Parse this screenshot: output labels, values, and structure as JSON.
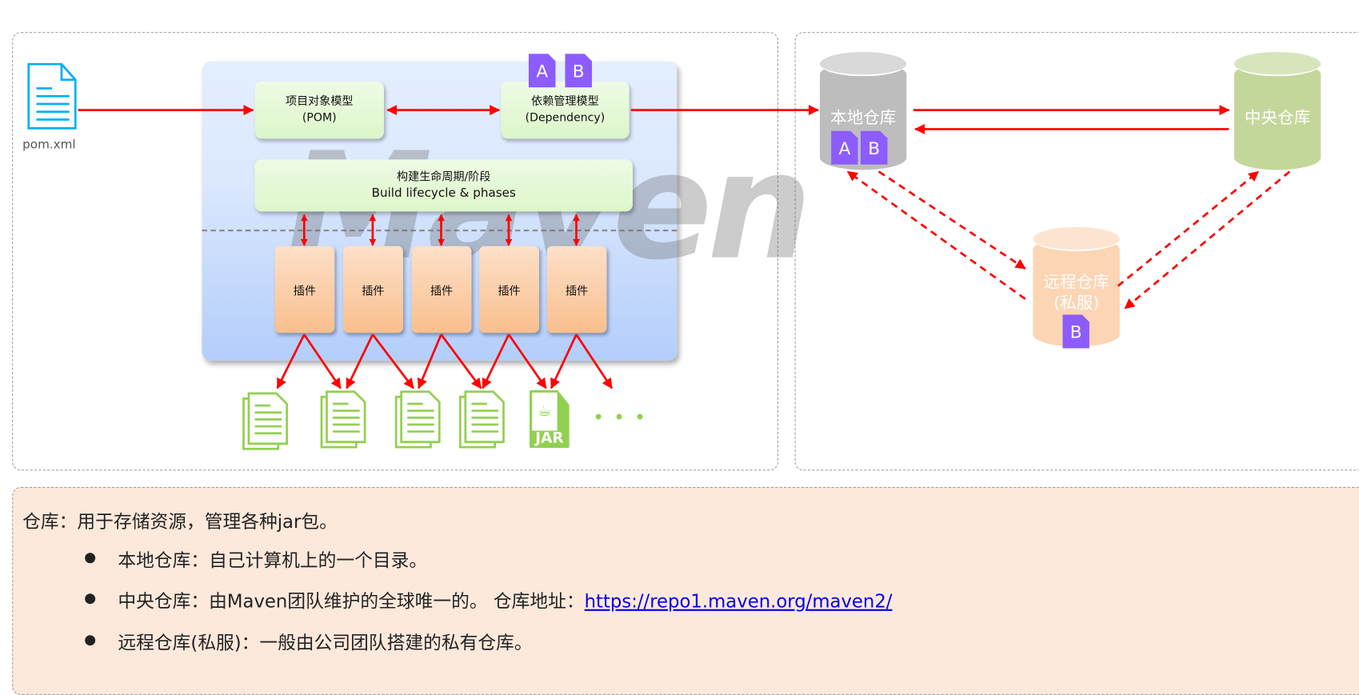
{
  "left_diagram": {
    "pom_file": {
      "label": "pom.xml",
      "icon": "xml-file-icon"
    },
    "watermark": "Maven",
    "pom_model": {
      "line1": "项目对象模型",
      "line2": "(POM)"
    },
    "dependency_model": {
      "line1": "依赖管理模型",
      "line2": "(Dependency)",
      "badges": [
        "A",
        "B"
      ]
    },
    "lifecycle": {
      "line1": "构建生命周期/阶段",
      "line2": "Build lifecycle & phases"
    },
    "plugins": [
      "插件",
      "插件",
      "插件",
      "插件",
      "插件"
    ],
    "outputs": [
      "document-icon",
      "document-icon",
      "document-icon",
      "document-icon",
      "jar-file-icon"
    ],
    "jar_label": "JAR",
    "more": "• • •"
  },
  "right_diagram": {
    "local_repo": {
      "label": "本地仓库",
      "badges": [
        "A",
        "B"
      ]
    },
    "central_repo": {
      "label": "中央仓库"
    },
    "remote_repo": {
      "line1": "远程仓库",
      "line2": "(私服)",
      "badges": [
        "B"
      ]
    }
  },
  "notes": {
    "heading": "仓库：用于存储资源，管理各种jar包。",
    "items": [
      {
        "text": "本地仓库：自己计算机上的一个目录。"
      },
      {
        "text": "中央仓库：由Maven团队维护的全球唯一的。 仓库地址：",
        "link": "https://repo1.maven.org/maven2/"
      },
      {
        "text": "远程仓库(私服)：一般由公司团队搭建的私有仓库。"
      }
    ]
  },
  "colors": {
    "arrow": "#ff0000",
    "badge": "#8c5cff",
    "output_icon": "#92d050",
    "pom_icon": "#00b0f0",
    "notes_bg": "#fde9dc"
  }
}
